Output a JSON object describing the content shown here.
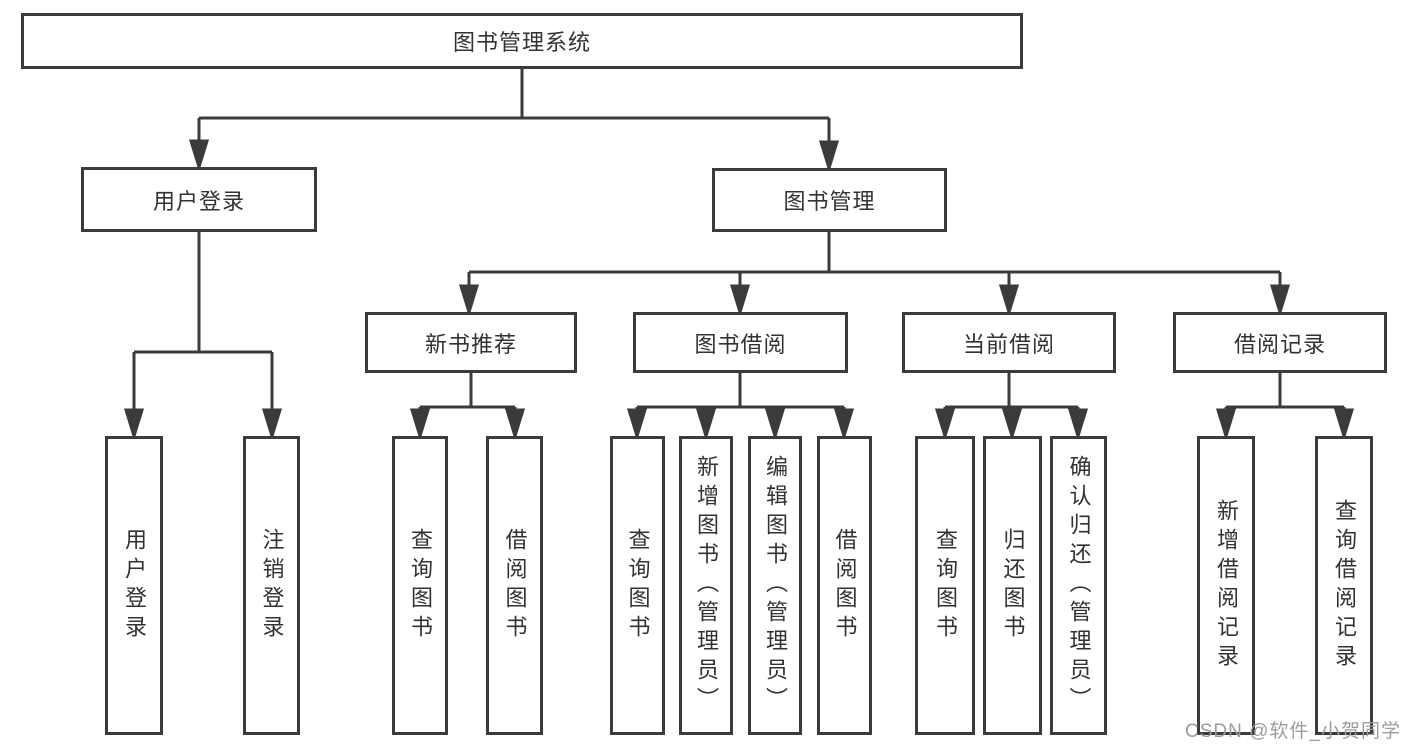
{
  "diagram_title": "图书管理系统",
  "nodes": {
    "root": "图书管理系统",
    "user_login": "用户登录",
    "book_mgmt": "图书管理",
    "new_book_rec": "新书推荐",
    "book_borrow": "图书借阅",
    "current_borrow": "当前借阅",
    "borrow_record": "借阅记录",
    "leaf_user_login": "用户登录",
    "leaf_logout": "注销登录",
    "leaf_rec_query": "查询图书",
    "leaf_rec_borrow": "借阅图书",
    "leaf_bb_query": "查询图书",
    "leaf_bb_add": "新增图书（管理员）",
    "leaf_bb_edit": "编辑图书（管理员）",
    "leaf_bb_borrow": "借阅图书",
    "leaf_cb_query": "查询图书",
    "leaf_cb_return": "归还图书",
    "leaf_cb_confirm": "确认归还（管理员）",
    "leaf_br_add": "新增借阅记录",
    "leaf_br_query": "查询借阅记录"
  },
  "watermark": "CSDN @软件_小贺同学",
  "colors": {
    "line": "#3b3b3b",
    "box_border": "#3b3b3b",
    "text": "#323232",
    "watermark": "#9c9c9c",
    "background": "#ffffff"
  }
}
